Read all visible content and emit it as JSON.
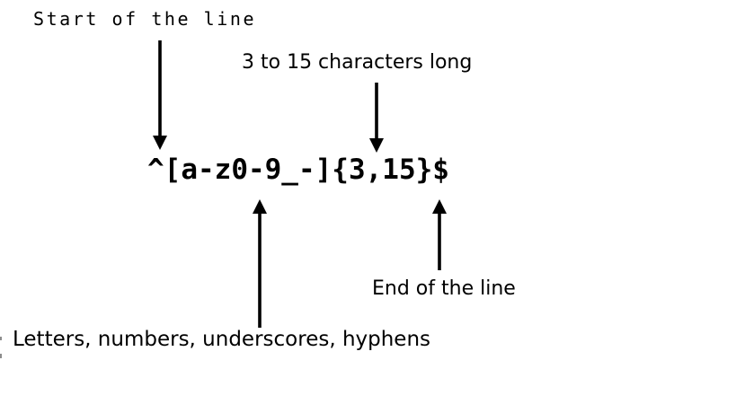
{
  "diagram": {
    "title_none": "",
    "regex": "^[a-z0-9_-]{3,15}$",
    "labels": {
      "start": "Start of the line",
      "length": "3 to 15 characters long",
      "end": "End of the line",
      "charset": "Letters, numbers, underscores, hyphens"
    },
    "annotations": [
      {
        "label": "Start of the line",
        "points_to": "^",
        "arrow_direction": "down"
      },
      {
        "label": "3 to 15 characters long",
        "points_to": "{3,15}",
        "arrow_direction": "down"
      },
      {
        "label": "Letters, numbers, underscores, hyphens",
        "points_to": "[a-z0-9_-]",
        "arrow_direction": "up"
      },
      {
        "label": "End of the line",
        "points_to": "$",
        "arrow_direction": "up"
      }
    ],
    "colors": {
      "text": "#000000",
      "arrow": "#000000",
      "background": "#ffffff"
    }
  }
}
